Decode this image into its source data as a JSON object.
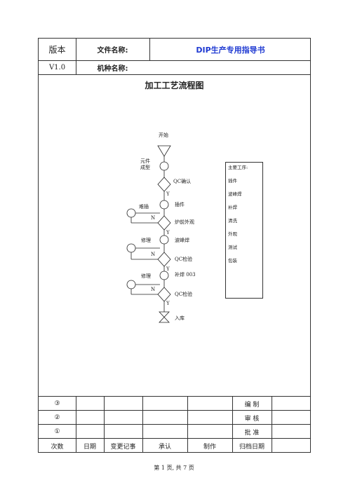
{
  "header": {
    "version_label": "版本",
    "doc_name_label": "文件名称:",
    "doc_title": "DIP生产专用指导书",
    "version_value": "V1.0",
    "model_label": "机种名称:"
  },
  "flow": {
    "title": "加工工艺流程图",
    "start": "开始",
    "component_forming": "元件\n成型",
    "qc_confirm": "QC确认",
    "insert": "插件",
    "plugin_fail": "难插",
    "furnace_front_check": "炉前外观",
    "wave_soldering": "波峰焊",
    "repair_1": "修理",
    "qc_check_1": "QC检验",
    "repair_2": "修理",
    "touch_up": "补焊 003",
    "qc_check_2": "QC检验",
    "storage": "入库",
    "yes_label": "Y",
    "no_label": "N"
  },
  "process_list": {
    "title": "主要工序:",
    "items": [
      "插件",
      "波峰焊",
      "补焊",
      "清洗",
      "外观",
      "测试",
      "包装"
    ]
  },
  "footer_table": {
    "rows": [
      {
        "num": "③",
        "role": "编 制"
      },
      {
        "num": "②",
        "role": "审 核"
      },
      {
        "num": "①",
        "role": "批 准"
      }
    ],
    "headers": [
      "次数",
      "日期",
      "变更记事",
      "承认",
      "制作",
      "归档日期"
    ]
  },
  "page_footer": "第 1 页, 共 7 页"
}
